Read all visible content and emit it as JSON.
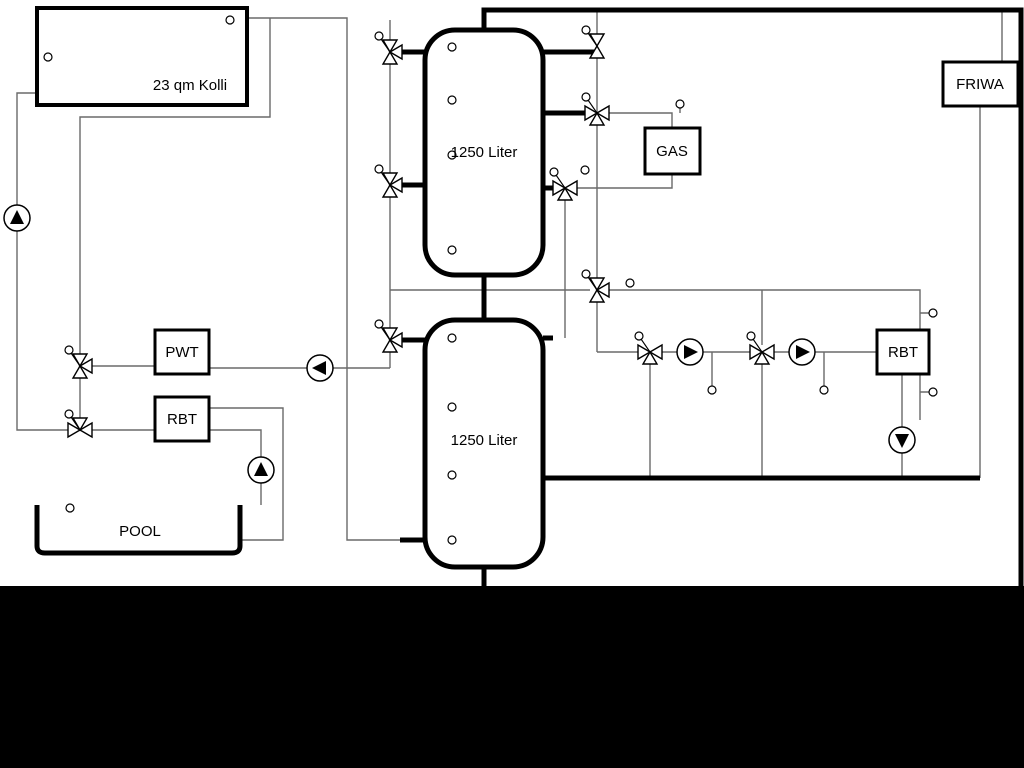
{
  "diagram": {
    "solar_collector": {
      "label": "23 qm Kolli"
    },
    "buffer_tank_top": {
      "label": "1250 Liter"
    },
    "buffer_tank_bottom": {
      "label": "1250 Liter"
    },
    "gas_boiler": {
      "label": "GAS"
    },
    "fresh_water_station": {
      "label": "FRIWA"
    },
    "pool_heat_exchanger": {
      "label": "PWT"
    },
    "heat_exchanger_left": {
      "label": "RBT"
    },
    "heat_exchanger_right": {
      "label": "RBT"
    },
    "pool": {
      "label": "POOL"
    }
  },
  "colors": {
    "pipe_thin": "#6a6a6a",
    "pipe_thick": "#000000",
    "background": "#ffffff",
    "mask": "#000000"
  }
}
